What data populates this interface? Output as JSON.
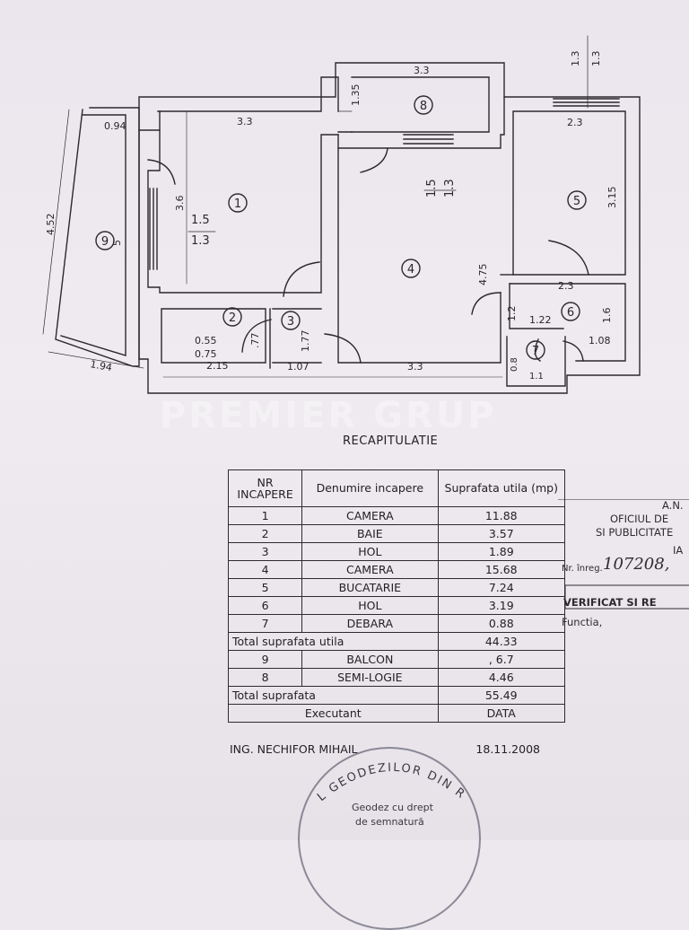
{
  "floorplan": {
    "dimensions": [
      "3.3",
      "3.3",
      "1.35",
      "1.3",
      "1.3",
      "0.94",
      "2.3",
      "1.5",
      "1.3",
      "3.6",
      "1.5",
      "1.3",
      "3.15",
      "4.52",
      "5",
      "4.75",
      "2.3",
      "1.2",
      "1.22",
      "1.6",
      "1.08",
      "0.55",
      "0.75",
      "2.15",
      ".77",
      "1.77",
      "1.07",
      "3.3",
      "0.8",
      "1.1",
      "1.94"
    ],
    "room_numbers": [
      "1",
      "2",
      "3",
      "4",
      "5",
      "6",
      "7",
      "8",
      "9"
    ]
  },
  "watermark": "PREMIER GRUP",
  "recap": {
    "title": "RECAPITULATIE",
    "headers": [
      "NR INCAPERE",
      "Denumire incapere",
      "Suprafata utila (mp)"
    ],
    "rows": [
      {
        "nr": "1",
        "name": "CAMERA",
        "area": "11.88"
      },
      {
        "nr": "2",
        "name": "BAIE",
        "area": "3.57"
      },
      {
        "nr": "3",
        "name": "HOL",
        "area": "1.89"
      },
      {
        "nr": "4",
        "name": "CAMERA",
        "area": "15.68"
      },
      {
        "nr": "5",
        "name": "BUCATARIE",
        "area": "7.24"
      },
      {
        "nr": "6",
        "name": "HOL",
        "area": "3.19"
      },
      {
        "nr": "7",
        "name": "DEBARA",
        "area": "0.88"
      }
    ],
    "total_util_label": "Total suprafata utila",
    "total_util_value": "44.33",
    "rows2": [
      {
        "nr": "9",
        "name": "BALCON",
        "area": ", 6.7"
      },
      {
        "nr": "8",
        "name": "SEMI-LOGIE",
        "area": "4.46"
      }
    ],
    "total_label": "Total suprafata",
    "total_value": "55.49",
    "executant_label": "Executant",
    "data_label": "DATA"
  },
  "signer": {
    "name": "ING. NECHIFOR MIHAIL",
    "date": "18.11.2008"
  },
  "stamp": {
    "arc_text": "L GEODEZILOR DIN RO",
    "line1": "Geodez cu drept",
    "line2": "de semnatură"
  },
  "side_box": {
    "line1": "A.N.",
    "line2": "OFICIUL DE",
    "line3": "SI PUBLICITATE",
    "line4": "IA",
    "nr_label": "Nr. înreg.",
    "nr_value": "107208,",
    "verified": "VERIFICAT SI RE",
    "functia": "Functia,"
  }
}
